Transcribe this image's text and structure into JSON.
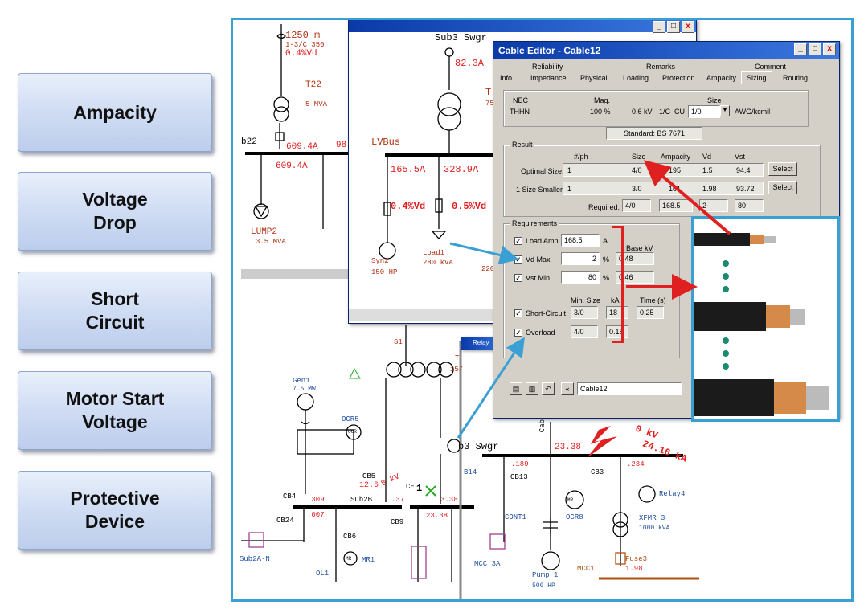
{
  "features": [
    {
      "label": "Ampacity"
    },
    {
      "label": "Voltage\nDrop"
    },
    {
      "label": "Short\nCircuit"
    },
    {
      "label": "Motor Start\nVoltage"
    },
    {
      "label": "Protective\nDevice"
    }
  ],
  "diagram": {
    "cable_id": "1250 m",
    "cable_spec": "1-3/C 350",
    "cable_vd": "0.4%Vd",
    "xfmr_t22": "T22",
    "t22_rating": "5 MVA",
    "bus_b22": "b22",
    "b22_flow1": "609.4A",
    "b22_flow2": "609.4A",
    "b22_cut": "98",
    "lump2": "LUMP2",
    "lump2_rating": "3.5 MVA",
    "sub3": "Sub3 Swgr",
    "sub3_flow": "82.3A",
    "t_cut": "T",
    "t_cut2": "75",
    "lvbus": "LVBus",
    "lv_flow1": "165.5A",
    "lv_flow2": "328.9A",
    "vd1": "0.4%Vd",
    "vd2": "0.5%Vd",
    "syn2": "Syn2",
    "syn2_rating": "150 HP",
    "load1": "Load1",
    "load1_rating": "280 kVA",
    "load_cut": "220",
    "s1": "S1",
    "t_cut3": "T",
    "t_cut4": "15/",
    "gen1": "Gen1",
    "gen1_rating": "7.5 MW",
    "ocr5": "OCR5",
    "ocr": "OCR",
    "cb5": "CB5",
    "cb5_kv": "12.6",
    "cb5_kv2": "8 kV",
    "cb4": "CB4",
    "cb4_flow": ".309",
    "sub2b": "Sub2B",
    "sub2b_flow": ".37",
    "cb24": "CB24",
    "cb24_flow": ".007",
    "ce_lbl": "CE",
    "ce_num": "1",
    "ce_flow": "3.38",
    "cb9": "CB9",
    "cb9_flow": "23.38",
    "cb6": "CB6",
    "mr": "MR",
    "mr1": "MR1",
    "ol1": "OL1",
    "sub2a": "Sub2A-N",
    "b3swgr": "b3 Swgr",
    "b3_flow": "23.38",
    "b14": "B14",
    "b14_flow": ".189",
    "cb13": "CB13",
    "cb3": "CB3",
    "cb3_flow": ".234",
    "fault_kv": "0 kV",
    "fault_ka": "24.16 kA",
    "relay4": "Relay4",
    "xfmr3": "XFMR 3",
    "xfmr3_rating": "1000 kVA",
    "cont1": "CONT1",
    "ocr8": "OCR8",
    "mcc3a": "MCC 3A",
    "pump1": "Pump 1",
    "pump1_rating": "500 HP",
    "fuse3": "Fuse3",
    "fuse3_flow": "1.98",
    "mcc1": "MCC1",
    "cab_cut": "Cab",
    "relay_title": "Relay"
  },
  "editor": {
    "title": "Cable Editor - Cable12",
    "tabs_row1": [
      "Reliability",
      "Remarks",
      "Comment"
    ],
    "tabs_row2": [
      "Info",
      "Impedance",
      "Physical",
      "Loading",
      "Protection",
      "Ampacity",
      "Sizing",
      "Routing"
    ],
    "active_tab": "Sizing",
    "header": {
      "nec": "NEC",
      "thhn": "THHN",
      "mag": "Mag.",
      "mag_val": "100 %",
      "kv": "0.6 kV",
      "cond": "1/C",
      "cu": "CU",
      "size_lbl": "Size",
      "size_val": "1/0",
      "unit": "AWG/kcmil"
    },
    "standard": "Standard: BS 7671",
    "result": {
      "title": "Result",
      "cols": [
        "#/ph",
        "Size",
        "Ampacity",
        "Vd",
        "Vst"
      ],
      "optimal_label": "Optimal Size:",
      "optimal": [
        "1",
        "4/0",
        "195",
        "1.5",
        "94.4"
      ],
      "smaller_label": "1 Size Smaller:",
      "smaller": [
        "1",
        "3/0",
        "161",
        "1.98",
        "93.72"
      ],
      "select_label": "Select",
      "required_label": "Required:",
      "required": [
        "4/0",
        "168.5",
        "2",
        "80"
      ]
    },
    "requirements": {
      "title": "Requirements",
      "load_amp_label": "Load Amp",
      "load_amp": "168.5",
      "load_amp_unit": "A",
      "base_kv_label": "Base kV",
      "vd_max_label": "Vd Max",
      "vd_max": "2",
      "vd_unit": "%",
      "base_kv1": "0.48",
      "vst_min_label": "Vst Min",
      "vst_min": "80",
      "vst_unit": "%",
      "base_kv2": "0.46",
      "min_size_label": "Min. Size",
      "ka_label": "kA",
      "time_label": "Time (s)",
      "sc_label": "Short-Circuit",
      "sc_size": "3/0",
      "sc_ka": "18",
      "sc_time": "0.25",
      "ol_label": "Overload",
      "ol_size": "4/0",
      "ol_ka": "0.18"
    },
    "footer": "Cable12"
  },
  "colors": {
    "accent": "#3aa0d4",
    "red": "#e02020",
    "bus": "#000000",
    "pink": "#b070b0"
  }
}
